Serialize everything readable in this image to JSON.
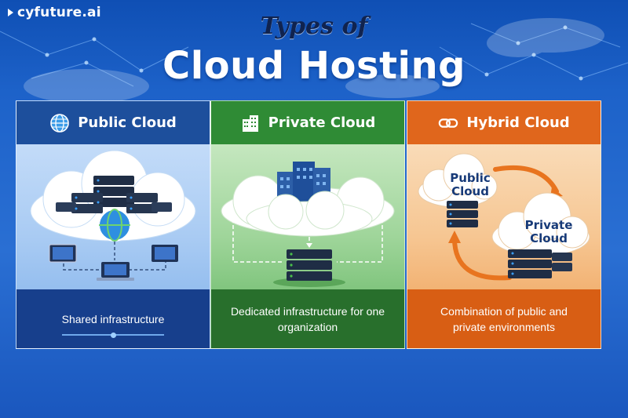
{
  "brand": {
    "logo_text": "cyfuture.ai",
    "icon": "play-triangle-icon"
  },
  "title": {
    "line1": "Types of",
    "line2": "Cloud Hosting"
  },
  "panels": [
    {
      "header": "Public Cloud",
      "icon": "globe-icon",
      "caption": "Shared infrastructure",
      "accent": "#1d4f9c"
    },
    {
      "header": "Private Cloud",
      "icon": "building-icon",
      "caption": "Dedicated infrastructure for one organization",
      "accent": "#2f8b35"
    },
    {
      "header": "Hybrid Cloud",
      "icon": "link-chain-icon",
      "caption": "Combination of public and private environments",
      "accent": "#e0661c"
    }
  ],
  "hybrid_labels": {
    "public": "Public Cloud",
    "private": "Private Cloud"
  }
}
